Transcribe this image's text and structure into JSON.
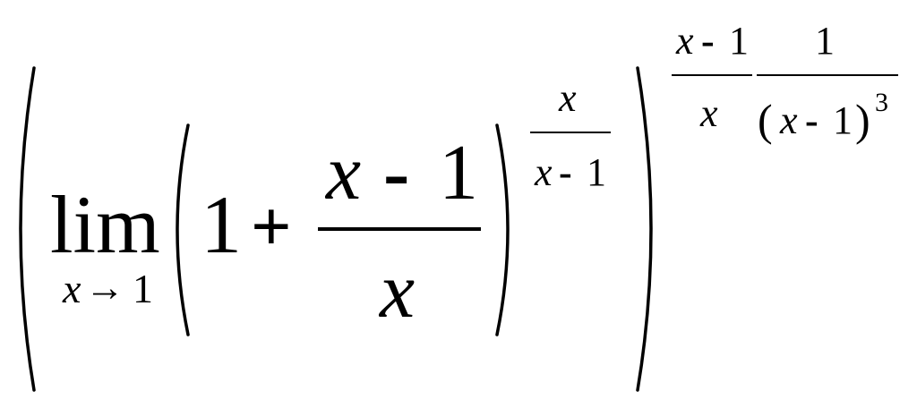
{
  "formula": {
    "lim": "lim",
    "lim_sub_var": "x",
    "lim_sub_arrow": "→",
    "lim_sub_target": "1",
    "one": "1",
    "plus": "+",
    "inner_frac": {
      "num_var": "x",
      "num_minus": "-",
      "num_one": "1",
      "den": "x"
    },
    "inner_exp": {
      "num": "x",
      "den_var": "x",
      "den_minus": "-",
      "den_one": "1"
    },
    "outer_exp1": {
      "num_var": "x",
      "num_minus": "-",
      "num_one": "1",
      "den": "x"
    },
    "outer_exp2": {
      "num": "1",
      "den_lparen": "(",
      "den_var": "x",
      "den_minus": "-",
      "den_one": "1",
      "den_rparen": ")",
      "den_power": "3"
    }
  }
}
